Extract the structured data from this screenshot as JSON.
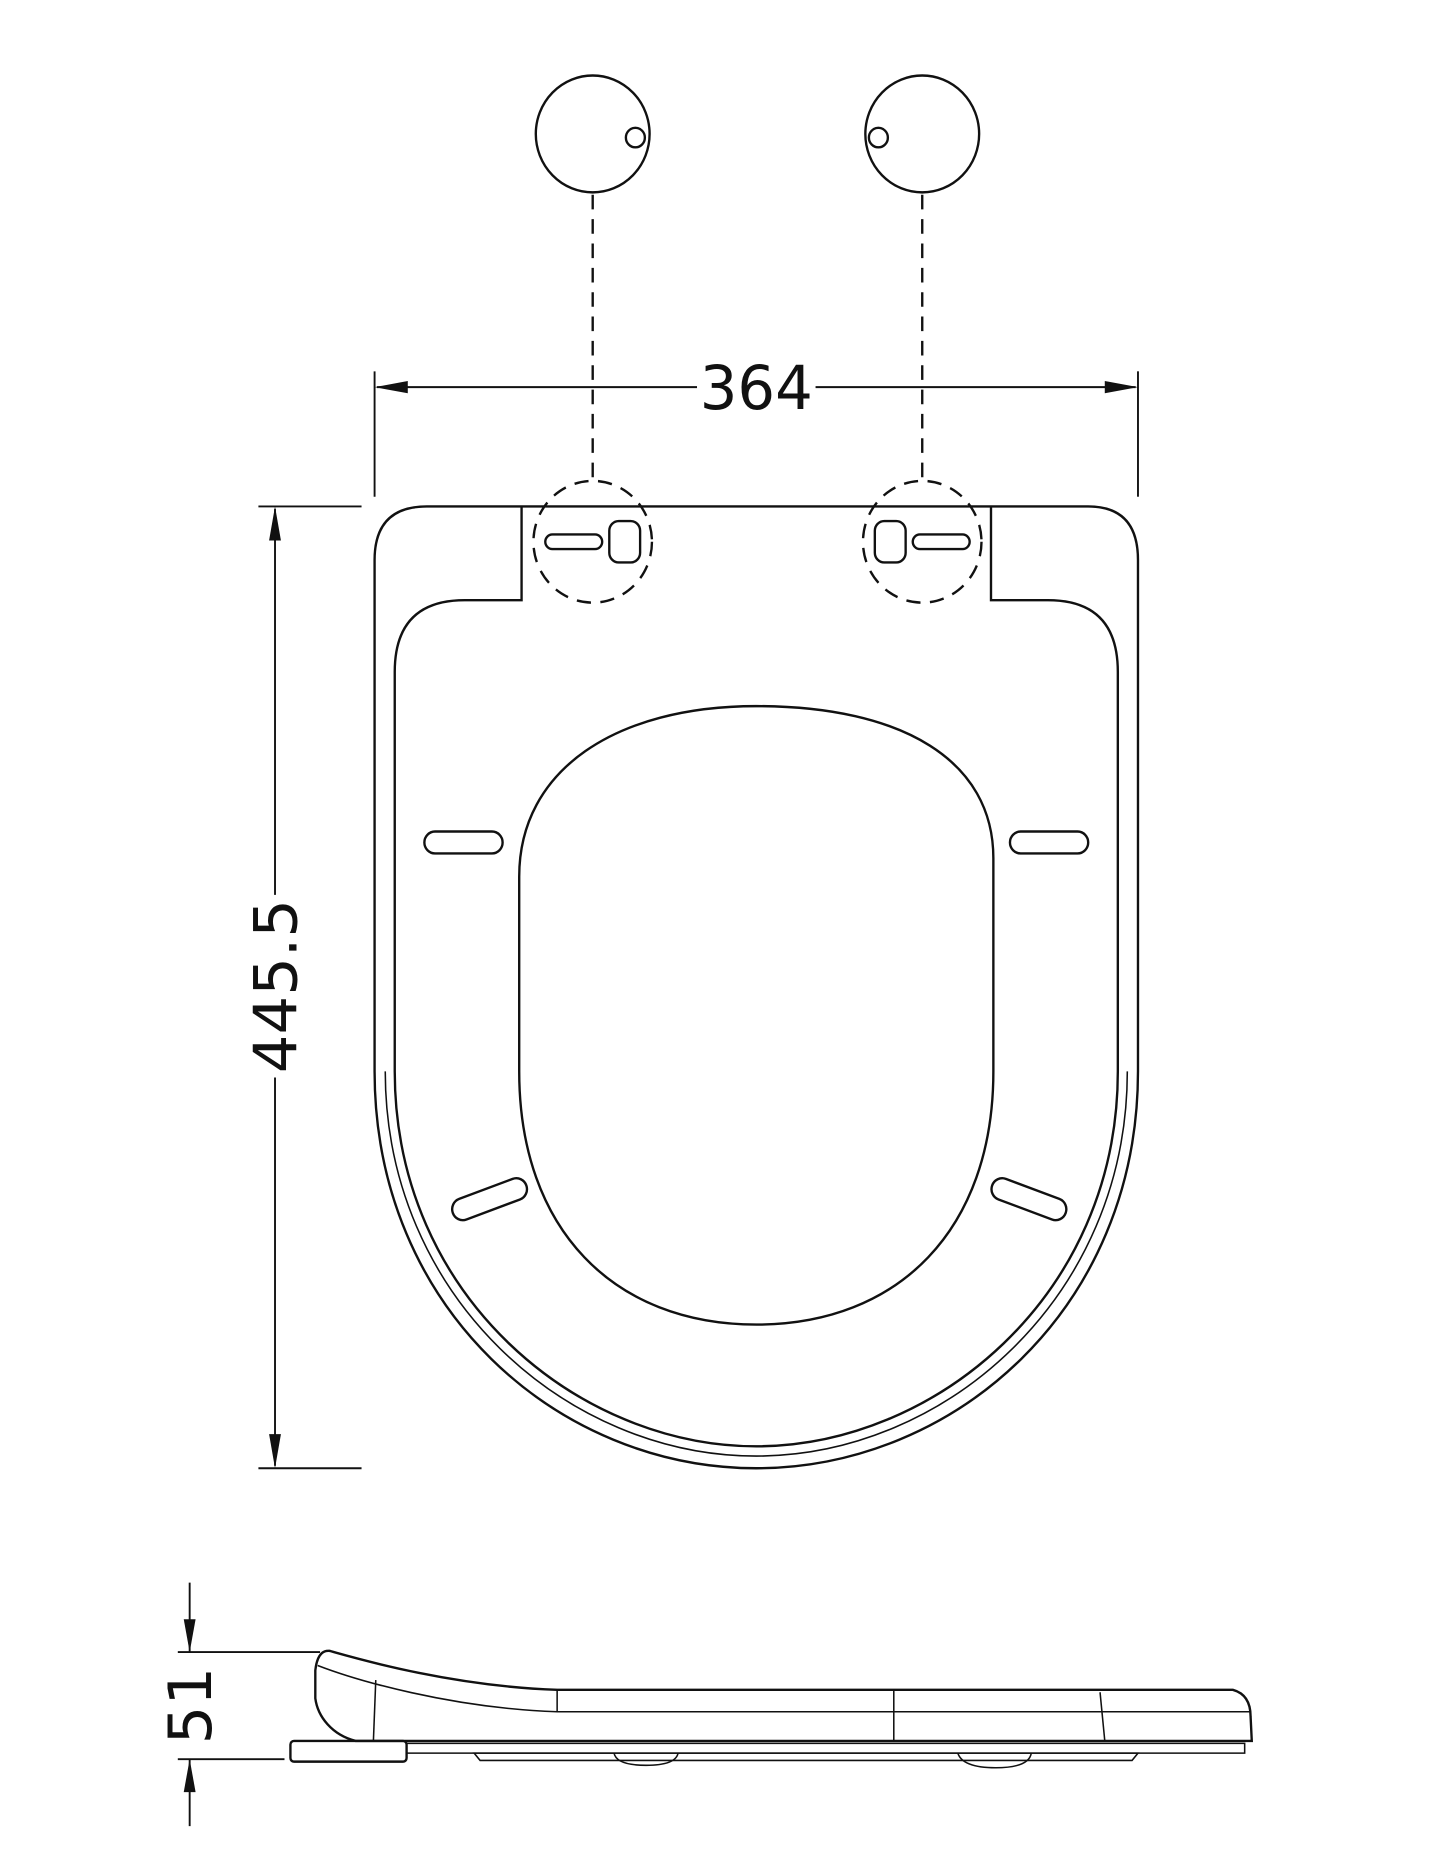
{
  "dimensions": {
    "width": "364",
    "length": "445.5",
    "height": "51"
  },
  "line_color": "#111111",
  "background": "#ffffff"
}
